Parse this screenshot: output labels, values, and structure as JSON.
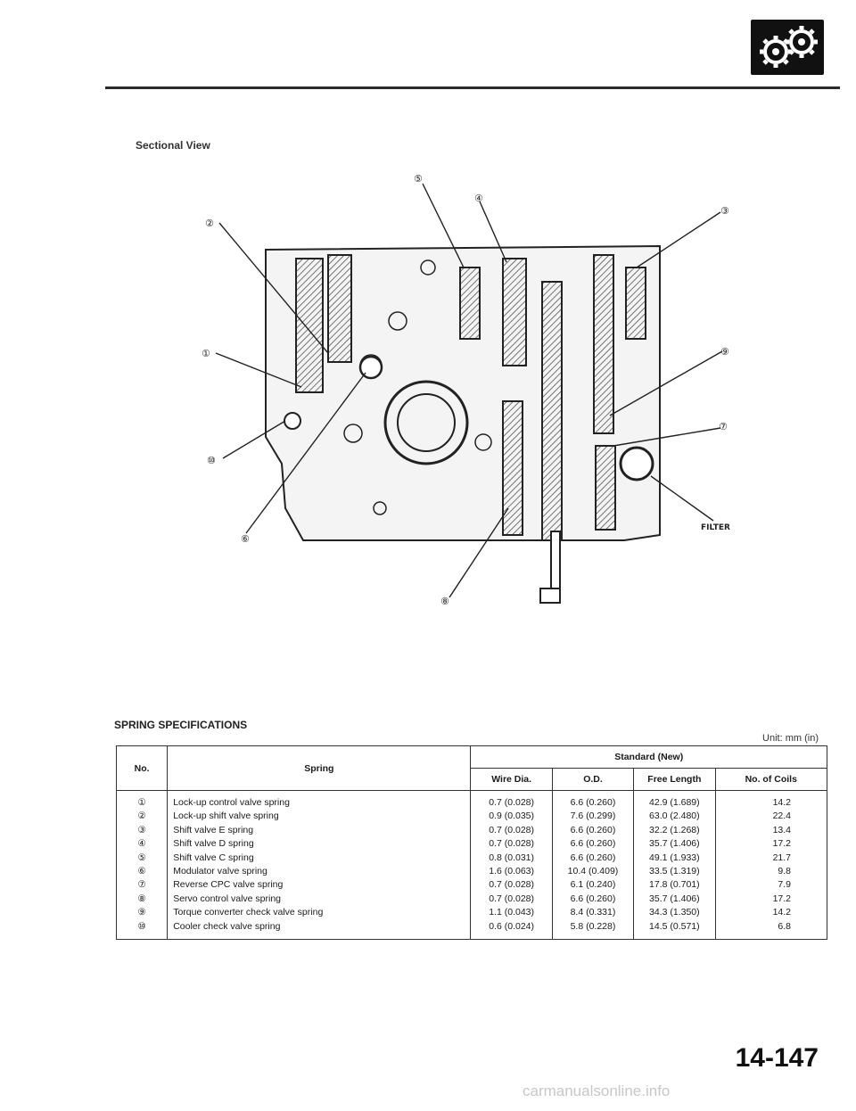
{
  "page": {
    "section_title": "Sectional View",
    "page_number": "14-147",
    "watermark": "carmanualsonline.info"
  },
  "diagram": {
    "callouts": [
      "①",
      "②",
      "③",
      "④",
      "⑤",
      "⑥",
      "⑦",
      "⑧",
      "⑨",
      "⑩"
    ],
    "filter_label": "FILTER"
  },
  "spec": {
    "title": "SPRING SPECIFICATIONS",
    "unit": "Unit: mm (in)",
    "headers": {
      "no": "No.",
      "spring": "Spring",
      "standard": "Standard (New)",
      "wire": "Wire Dia.",
      "od": "O.D.",
      "free_length": "Free Length",
      "coils": "No. of Coils"
    },
    "rows": [
      {
        "no": "①",
        "spring": "Lock-up control valve spring",
        "wire": "0.7 (0.028)",
        "od": "6.6 (0.260)",
        "fl": "42.9 (1.689)",
        "coils": "14.2"
      },
      {
        "no": "②",
        "spring": "Lock-up shift valve spring",
        "wire": "0.9 (0.035)",
        "od": "7.6 (0.299)",
        "fl": "63.0 (2.480)",
        "coils": "22.4"
      },
      {
        "no": "③",
        "spring": "Shift valve E spring",
        "wire": "0.7 (0.028)",
        "od": "6.6 (0.260)",
        "fl": "32.2 (1.268)",
        "coils": "13.4"
      },
      {
        "no": "④",
        "spring": "Shift valve D spring",
        "wire": "0.7 (0.028)",
        "od": "6.6 (0.260)",
        "fl": "35.7 (1.406)",
        "coils": "17.2"
      },
      {
        "no": "⑤",
        "spring": "Shift valve C spring",
        "wire": "0.8 (0.031)",
        "od": "6.6 (0.260)",
        "fl": "49.1 (1.933)",
        "coils": "21.7"
      },
      {
        "no": "⑥",
        "spring": "Modulator valve spring",
        "wire": "1.6 (0.063)",
        "od": "10.4 (0.409)",
        "fl": "33.5 (1.319)",
        "coils": "9.8"
      },
      {
        "no": "⑦",
        "spring": "Reverse CPC valve spring",
        "wire": "0.7 (0.028)",
        "od": "6.1 (0.240)",
        "fl": "17.8 (0.701)",
        "coils": "7.9"
      },
      {
        "no": "⑧",
        "spring": "Servo control valve spring",
        "wire": "0.7 (0.028)",
        "od": "6.6 (0.260)",
        "fl": "35.7 (1.406)",
        "coils": "17.2"
      },
      {
        "no": "⑨",
        "spring": "Torque converter check valve spring",
        "wire": "1.1 (0.043)",
        "od": "8.4 (0.331)",
        "fl": "34.3 (1.350)",
        "coils": "14.2"
      },
      {
        "no": "⑩",
        "spring": "Cooler check valve spring",
        "wire": "0.6 (0.024)",
        "od": "5.8 (0.228)",
        "fl": "14.5 (0.571)",
        "coils": "6.8"
      }
    ]
  }
}
